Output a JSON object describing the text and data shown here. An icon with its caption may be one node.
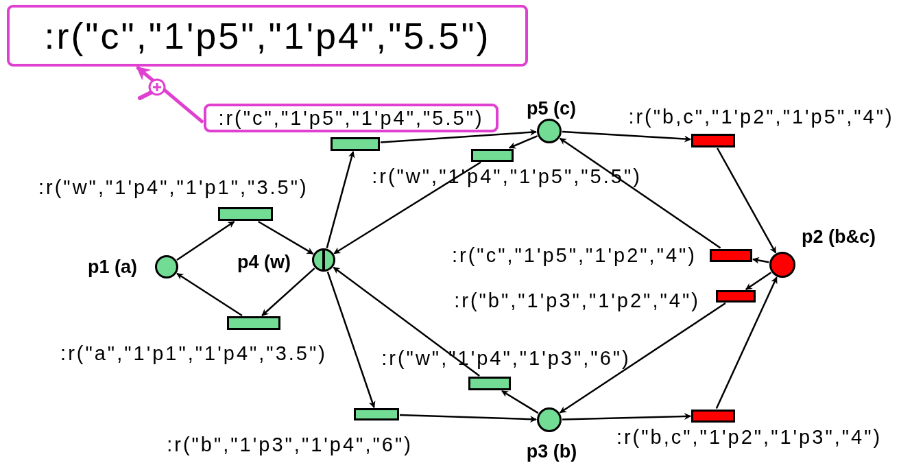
{
  "diagram": {
    "nodes": [
      {
        "text": [
          ":r(\"c\",\"1'p5\",\"1'p4\",\"5.5\")"
        ]
      },
      {
        "text": [
          ":r(\"c\",\"1'p5\",\"1'p4\",\"5.5\")"
        ]
      },
      {
        "text": [
          "p5 (c)"
        ]
      },
      {
        "text": [
          ":r(\"b,c\",\"1'p2\",\"1'p5\",\"4\")"
        ]
      },
      {
        "text": [],
        "shape": "bar"
      },
      {
        "text": [
          ":r(\"w\",\"1'p4\",\"1'p5\",\"5.5\")"
        ]
      },
      {
        "text": [
          ":r(\"w\",\"1'p4\",\"1'p1\",\"3.5\")"
        ]
      },
      {
        "text": [
          "p2 (b&c)"
        ]
      },
      {
        "text": [
          "p1 (a)"
        ]
      },
      {
        "text": [
          "p4 (w)"
        ]
      },
      {
        "text": [
          ":r(\"c\",\"1'p5\",\"1'p2\",\"4\")"
        ]
      },
      {
        "text": [
          ":r(\"b\",\"1'p3\",\"1'p2\",\"4\")"
        ]
      },
      {
        "text": [
          ":r(\"a\",\"1'p1\",\"1'p4\",\"3.5\")"
        ]
      },
      {
        "text": [
          ":r(\"w\",\"1'p4\",\"1'p3\",\"6\")"
        ]
      },
      {
        "text": [
          ":r(\"b\",\"1'p3\",\"1'p4\",\"6\")"
        ]
      },
      {
        "text": [
          "p3 (b)"
        ]
      },
      {
        "text": [
          ":r(\"b,c\",\"1'p2\",\"1'p3\",\"4\")"
        ]
      }
    ],
    "edges": [
      {
        "from": 8,
        "to": 6,
        "arrow": "to"
      },
      {
        "from": 6,
        "to": 9,
        "arrow": "to"
      },
      {
        "from": 9,
        "to": 12,
        "arrow": "to"
      },
      {
        "from": 12,
        "to": 8,
        "arrow": "to"
      },
      {
        "from": 9,
        "to": 4,
        "arrow": "to"
      },
      {
        "from": 4,
        "to": 2,
        "arrow": "to"
      },
      {
        "from": 2,
        "to": 5,
        "arrow": "to"
      },
      {
        "from": 5,
        "to": 9,
        "arrow": "to"
      },
      {
        "from": 2,
        "to": 3,
        "arrow": "to"
      },
      {
        "from": 3,
        "to": 7,
        "arrow": "to"
      },
      {
        "from": 7,
        "to": 10,
        "arrow": "to"
      },
      {
        "from": 10,
        "to": 2,
        "arrow": "to"
      },
      {
        "from": 7,
        "to": 11,
        "arrow": "to"
      },
      {
        "from": 11,
        "to": 15,
        "arrow": "to"
      },
      {
        "from": 15,
        "to": 13,
        "arrow": "to"
      },
      {
        "from": 13,
        "to": 9,
        "arrow": "to"
      },
      {
        "from": 9,
        "to": 14,
        "arrow": "to"
      },
      {
        "from": 14,
        "to": 15,
        "arrow": "to"
      },
      {
        "from": 15,
        "to": 16,
        "arrow": "to"
      },
      {
        "from": 16,
        "to": 7,
        "arrow": "to"
      },
      {
        "from": 1,
        "to": 0,
        "arrow": "to",
        "color": "#e040d0",
        "style": "thick"
      }
    ]
  }
}
